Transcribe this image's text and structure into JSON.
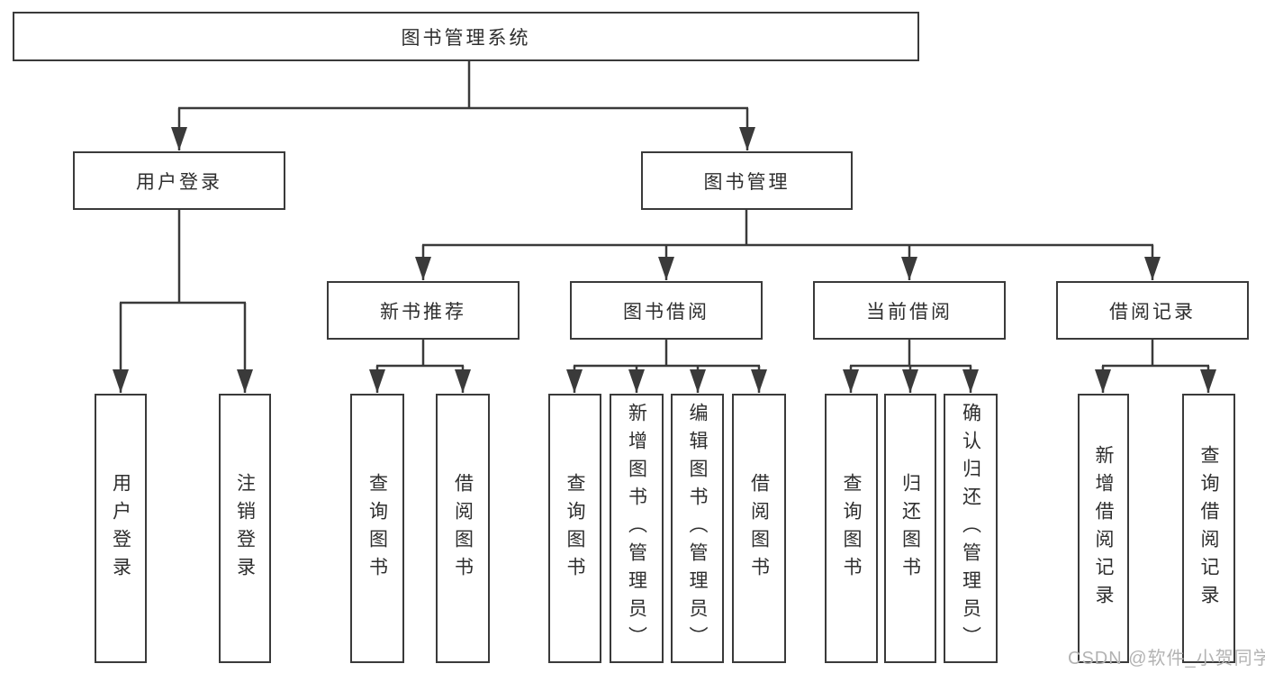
{
  "diagram": {
    "title": "图书管理系统",
    "colors": {
      "line": "#3a3a3a",
      "box_border": "#3a3a3a",
      "text": "#2e2e2e",
      "background": "#ffffff",
      "watermark": "#b3b3b3"
    },
    "root": {
      "label": "图书管理系统"
    },
    "branches": [
      {
        "label": "用户登录",
        "children": [
          "用户登录",
          "注销登录"
        ]
      },
      {
        "label": "图书管理",
        "children": [
          {
            "label": "新书推荐",
            "children": [
              "查询图书",
              "借阅图书"
            ]
          },
          {
            "label": "图书借阅",
            "children": [
              "查询图书",
              "新增图书（管理员）",
              "编辑图书（管理员）",
              "借阅图书"
            ]
          },
          {
            "label": "当前借阅",
            "children": [
              "查询图书",
              "归还图书",
              "确认归还（管理员）"
            ]
          },
          {
            "label": "借阅记录",
            "children": [
              "新增借阅记录",
              "查询借阅记录"
            ]
          }
        ]
      }
    ],
    "watermark": "CSDN @软件_小贺同学"
  }
}
